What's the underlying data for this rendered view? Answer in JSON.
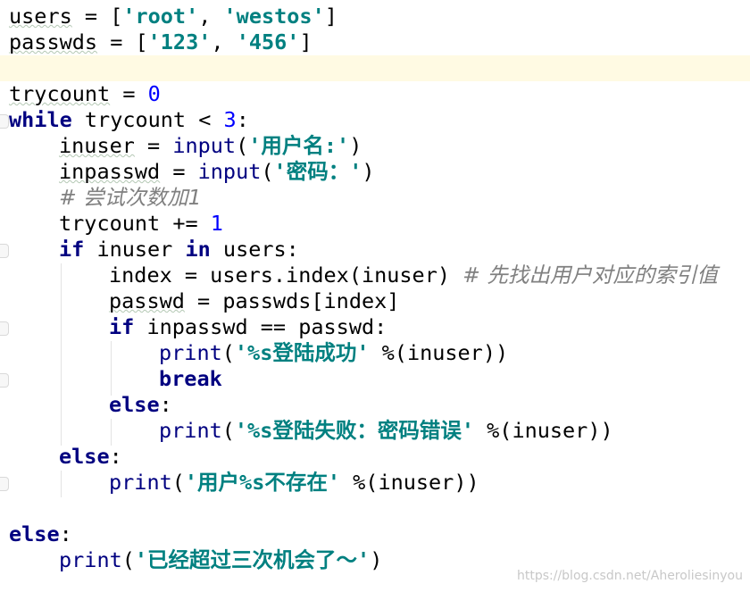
{
  "code": {
    "l1": {
      "a": "users",
      "b": " = [",
      "c": "'root'",
      "d": ", ",
      "e": "'westos'",
      "f": "]"
    },
    "l2": {
      "a": "passwds",
      "b": " = [",
      "c": "'123'",
      "d": ", ",
      "e": "'456'",
      "f": "]"
    },
    "l4": {
      "a": "trycount",
      "b": " = ",
      "c": "0"
    },
    "l5": {
      "a": "while",
      "b": " trycount < ",
      "c": "3",
      "d": ":"
    },
    "l6": {
      "a": "inuser",
      "b": " = ",
      "c": "input",
      "d": "(",
      "e": "'用户名:'",
      "f": ")"
    },
    "l7": {
      "a": "inpasswd",
      "b": " = ",
      "c": "input",
      "d": "(",
      "e": "'密码：'",
      "f": ")"
    },
    "l8": {
      "a": "# 尝试次数加1"
    },
    "l9": {
      "a": "trycount += ",
      "b": "1"
    },
    "l10": {
      "a": "if",
      "b": " inuser ",
      "c": "in",
      "d": " users:"
    },
    "l11": {
      "a": "index = users.index(inuser) ",
      "b": "# 先找出用户对应的索引值"
    },
    "l12": {
      "a": "passwd",
      "b": " = passwds[index]"
    },
    "l13": {
      "a": "if",
      "b": " inpasswd == passwd:"
    },
    "l14": {
      "a": "print",
      "b": "(",
      "c": "'%s登陆成功'",
      "d": " %(inuser))"
    },
    "l15": {
      "a": "break"
    },
    "l16": {
      "a": "else",
      "b": ":"
    },
    "l17": {
      "a": "print",
      "b": "(",
      "c": "'%s登陆失败：密码错误'",
      "d": " %(inuser))"
    },
    "l18": {
      "a": "else",
      "b": ":"
    },
    "l19": {
      "a": "print",
      "b": "(",
      "c": "'用户%s不存在'",
      "d": " %(inuser))"
    },
    "l21": {
      "a": "else",
      "b": ":"
    },
    "l22": {
      "a": "print",
      "b": "(",
      "c": "'已经超过三次机会了～'",
      "d": ")"
    }
  },
  "watermark": "https://blog.csdn.net/Aheroliesinyou"
}
